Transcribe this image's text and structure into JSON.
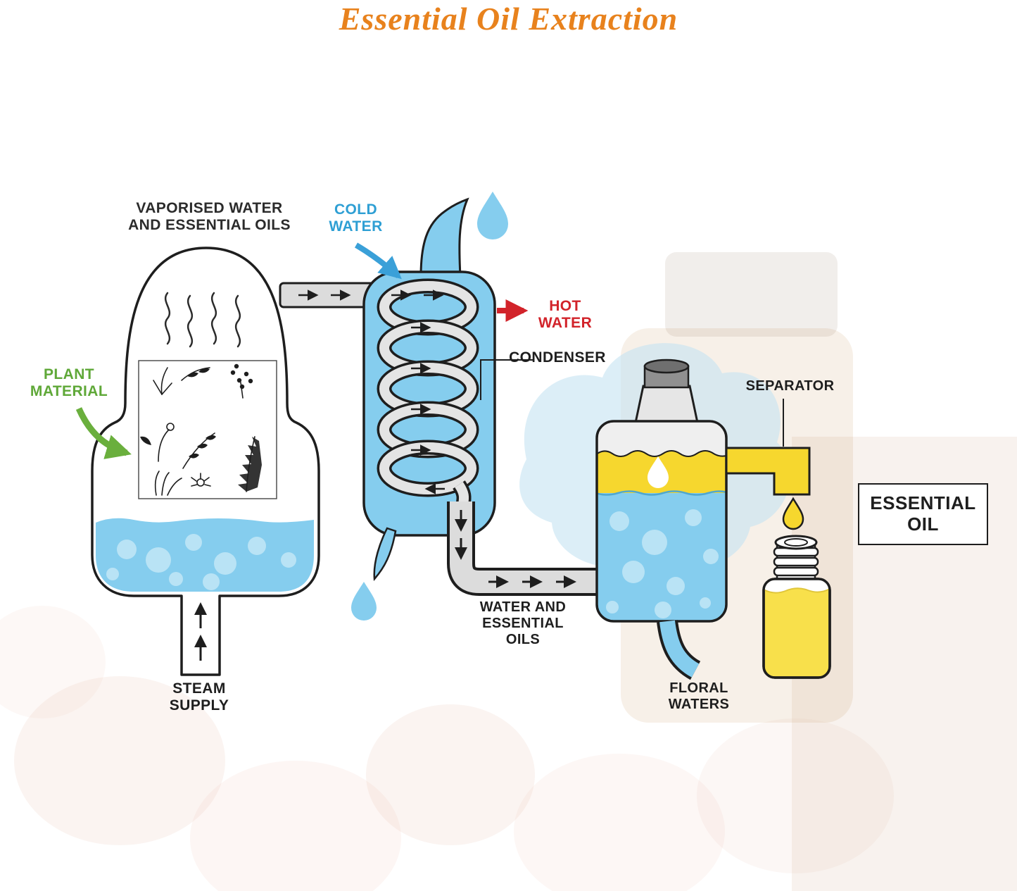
{
  "title": "Essential Oil Extraction",
  "labels": {
    "vaporised_water": {
      "line1": "VAPORISED WATER",
      "line2": "AND ESSENTIAL OILS"
    },
    "cold_water": {
      "line1": "COLD",
      "line2": "WATER"
    },
    "hot_water": {
      "line1": "HOT",
      "line2": "WATER"
    },
    "condenser": "CONDENSER",
    "plant_material": {
      "line1": "PLANT",
      "line2": "MATERIAL"
    },
    "steam_supply": {
      "line1": "STEAM",
      "line2": "SUPPLY"
    },
    "water_and_essential_oils": {
      "line1": "WATER AND",
      "line2": "ESSENTIAL",
      "line3": "OILS"
    },
    "separator": "SEPARATOR",
    "floral_waters": {
      "line1": "FLORAL",
      "line2": "WATERS"
    },
    "essential_oil": {
      "line1": "ESSENTIAL",
      "line2": "OIL"
    }
  },
  "colors": {
    "title_text": "#E8821D",
    "cold_water_text": "#2E9FD4",
    "hot_water_text": "#D2232A",
    "plant_material_text": "#5FA838",
    "water": "#85CDEE",
    "bubbles": "#B9E3F5",
    "oil": "#F6D72E",
    "pipe": "#DCDCDC",
    "outline": "#1E1E1E"
  }
}
